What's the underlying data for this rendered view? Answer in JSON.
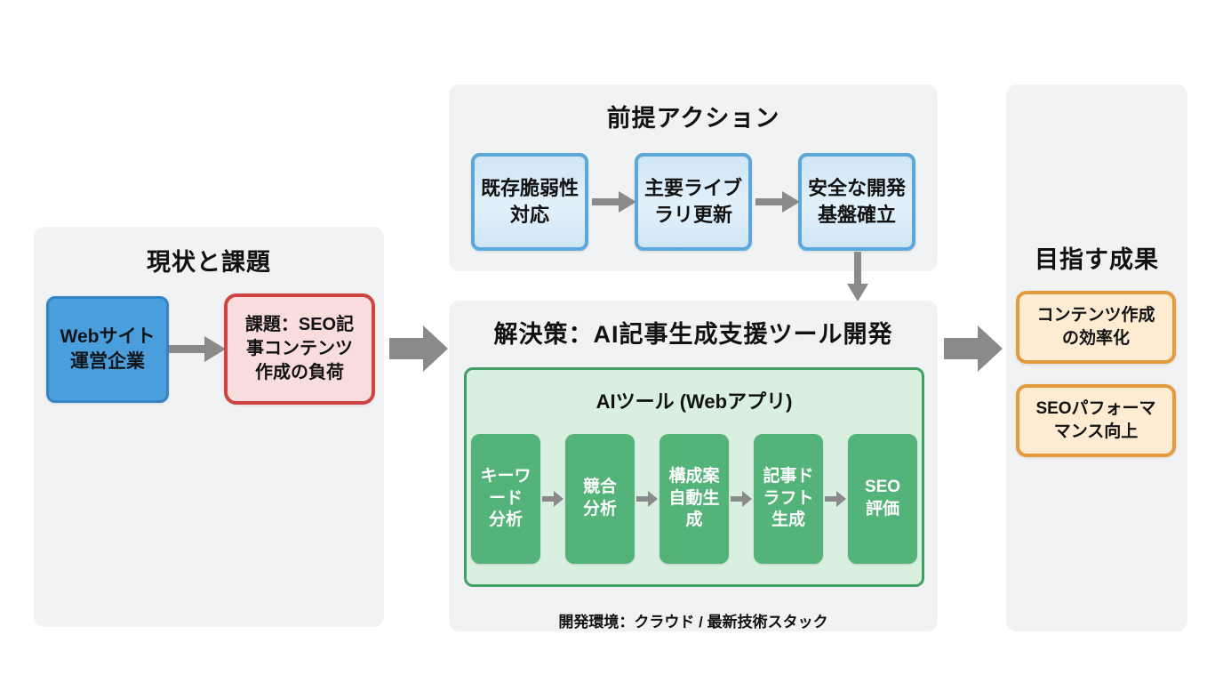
{
  "colors": {
    "panel_bg": "#f1f2f3",
    "blue_fill": "#4a9edb",
    "blue_border": "#3584c6",
    "red_fill": "#f9dddd",
    "red_border": "#cf4343",
    "lightblue_fill": "#cfe6f6",
    "lightblue_border": "#5aa7d8",
    "green_container_fill": "#d9efdf",
    "green_container_border": "#3f9f64",
    "green_fill": "#54b378",
    "orange_fill": "#fdecd2",
    "orange_border": "#e69a3e",
    "arrow_gray": "#8a8a8a",
    "text_dark": "#111111"
  },
  "left_panel": {
    "title": "現状と課題",
    "source_box": "Webサイト\n運営企業",
    "problem_box": "課題：SEO記\n事コンテンツ\n作成の負荷"
  },
  "top_panel": {
    "title": "前提アクション",
    "steps": [
      "既存脆弱性\n対応",
      "主要ライブ\nラリ更新",
      "安全な開発\n基盤確立"
    ]
  },
  "solution_panel": {
    "title": "解決策：AI記事生成支援ツール開発",
    "tool_title": "AIツール (Webアプリ)",
    "pipeline": [
      "キーワ\nード\n分析",
      "競合\n分析",
      "構成案\n自動生\n成",
      "記事ド\nラフト\n生成",
      "SEO\n評価"
    ],
    "footer": "開発環境：クラウド / 最新技術スタック"
  },
  "right_panel": {
    "title": "目指す成果",
    "outcomes": [
      "コンテンツ作成\nの効率化",
      "SEOパフォーマ\nマンス向上"
    ]
  }
}
